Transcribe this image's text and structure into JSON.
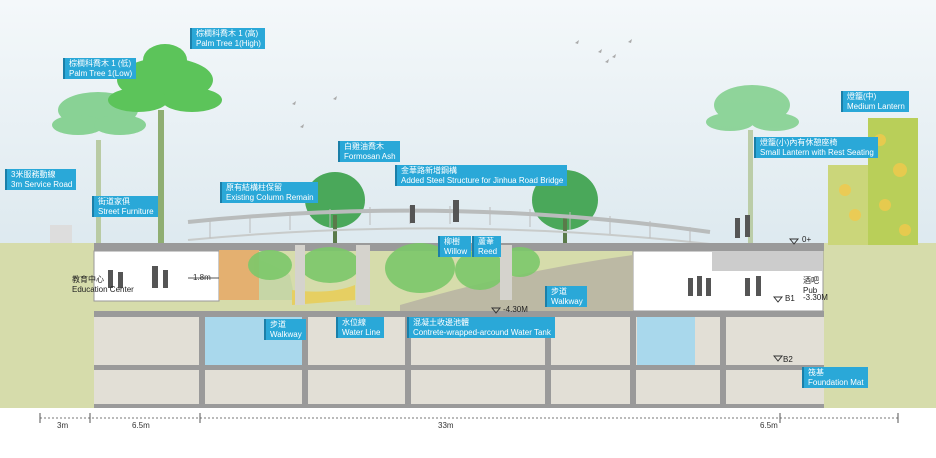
{
  "colors": {
    "sky": "#e8f1f6",
    "ground": "#d6dcab",
    "label_bg": "#2aa8d8",
    "structure": "#dcdad3",
    "water": "#a9d8ec"
  },
  "labels": {
    "service_road": {
      "zh": "3米服務動線",
      "en": "3m Service Road"
    },
    "palm_low": {
      "zh": "棕櫚科喬木 1 (低)",
      "en": "Palm Tree 1(Low)"
    },
    "palm_high": {
      "zh": "棕櫚科喬木 1 (高)",
      "en": "Palm Tree 1(High)"
    },
    "street_furniture": {
      "zh": "街道家俱",
      "en": "Street Furniture"
    },
    "column": {
      "zh": "原有結構柱保留",
      "en": "Existing Column Remain"
    },
    "formosan": {
      "zh": "白雞油喬木",
      "en": "Formosan Ash"
    },
    "steel": {
      "zh": "金華路新增鋼構",
      "en": "Added Steel Structure for Jinhua Road Bridge"
    },
    "willow": {
      "zh": "柳樹",
      "en": "Willow"
    },
    "reed": {
      "zh": "蘆葦",
      "en": "Reed"
    },
    "walkway_right": {
      "zh": "步道",
      "en": "Walkway"
    },
    "walkway_left": {
      "zh": "步道",
      "en": "Walkway"
    },
    "water_line": {
      "zh": "水位線",
      "en": "Water Line"
    },
    "water_tank": {
      "zh": "混凝土收邊池體",
      "en": "Contrete-wrapped-arcound Water Tank"
    },
    "small_lantern": {
      "zh": "燈籠(小)內有休憩座椅",
      "en": "Small Lantern with Rest Seating"
    },
    "medium_lantern": {
      "zh": "燈籠(中)",
      "en": "Medium Lantern"
    },
    "foundation": {
      "zh": "筏基",
      "en": "Foundation Mat"
    }
  },
  "plain_text": {
    "education": {
      "zh": "教育中心",
      "en": "Education Center"
    },
    "pub": {
      "zh": "酒吧",
      "en": "Pub"
    }
  },
  "levels": {
    "ground": "0+",
    "b1": "B1",
    "b1_value": "-3.30M",
    "b2": "B2",
    "pool_depth": "-4.30M"
  },
  "dimensions": {
    "gap": "1.8m",
    "seg1": "3m",
    "seg2": "6.5m",
    "seg3": "33m",
    "seg4": "6.5m"
  }
}
